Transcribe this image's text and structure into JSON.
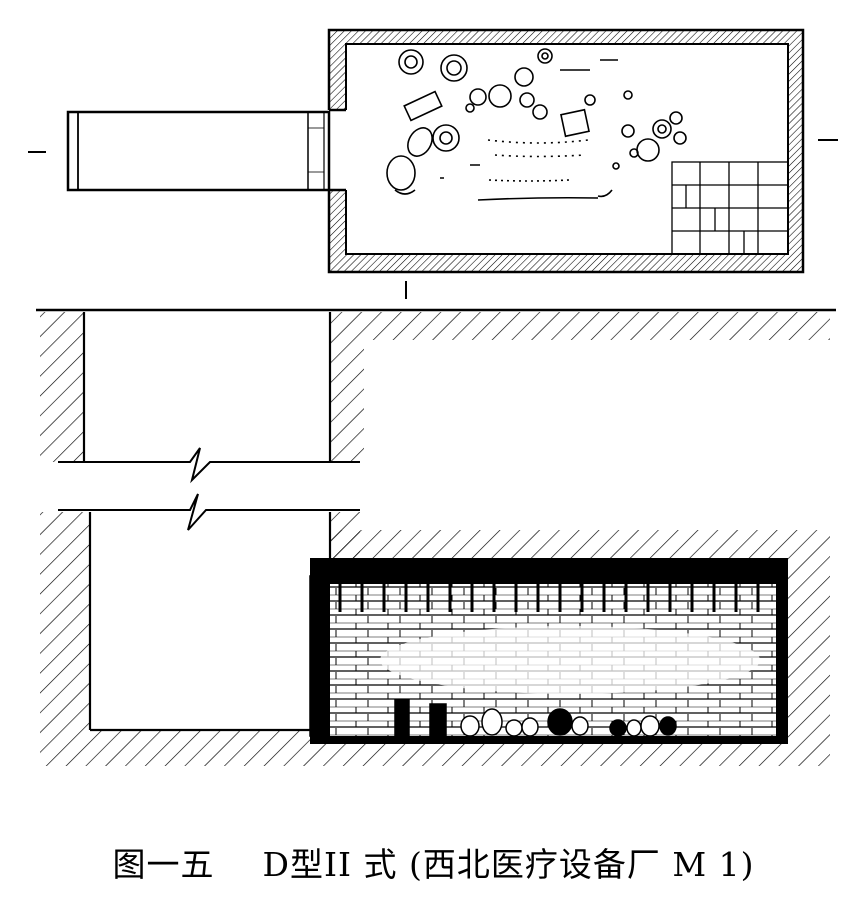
{
  "figure": {
    "caption_number": "图一五",
    "caption_title": "D型II 式 (西北医疗设备厂 M 1)",
    "section_marker_left": "—",
    "section_marker_right": "—",
    "section_marker_bottom": "I"
  }
}
